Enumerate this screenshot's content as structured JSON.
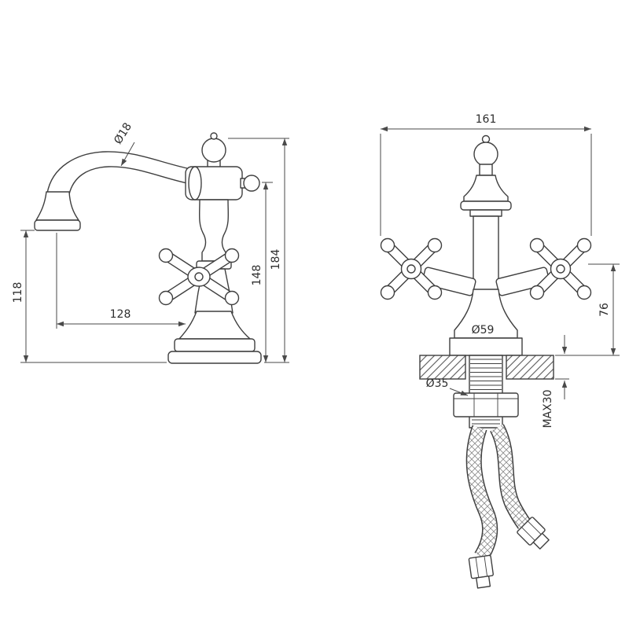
{
  "drawing": {
    "type": "technical-dimension-drawing",
    "subject": "two-handle classic basin mixer faucet, side and front views",
    "line_color": "#3f3f3f",
    "dimension_color": "#4a4a4a",
    "background_color": "#ffffff"
  },
  "side_view": {
    "dims": {
      "spout_diameter": "Ø18",
      "outlet_height": "118",
      "spout_reach": "128",
      "spout_height": "148",
      "total_height": "184"
    }
  },
  "front_view": {
    "dims": {
      "overall_width": "161",
      "handle_height": "76",
      "base_diameter": "Ø59",
      "shank_diameter": "Ø35",
      "max_thickness": "MAX30"
    }
  }
}
